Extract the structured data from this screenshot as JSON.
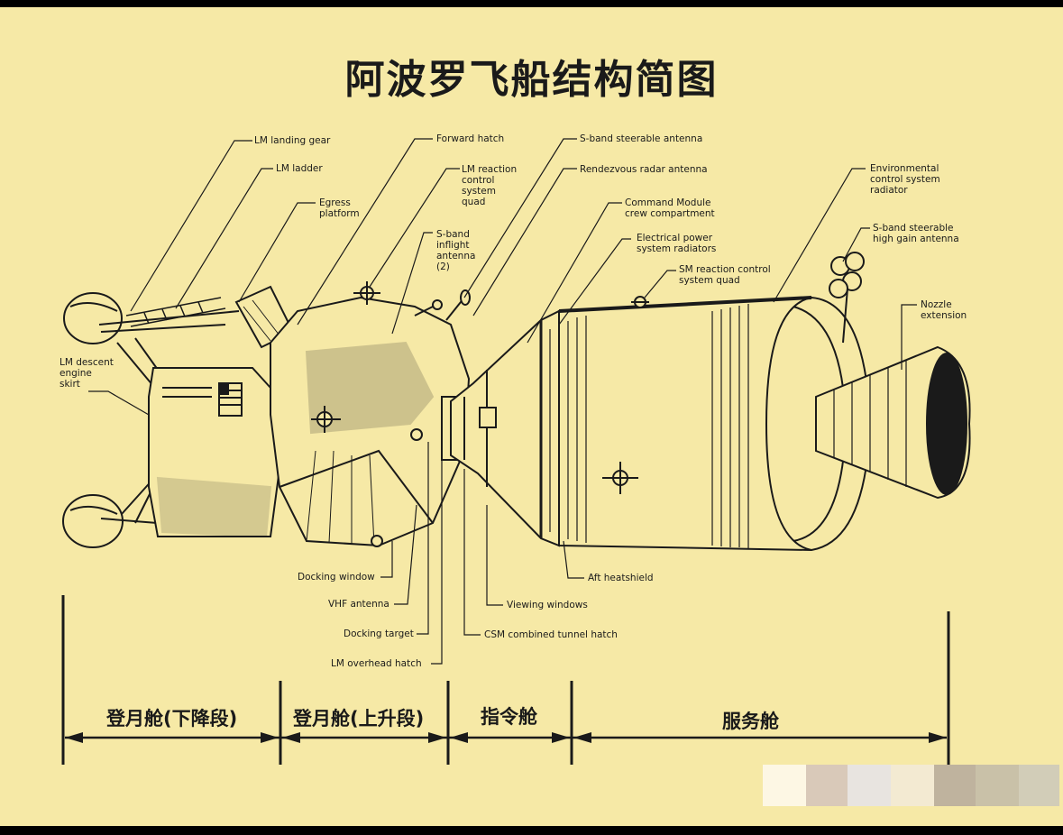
{
  "title": "阿波罗飞船结构简图",
  "labels": {
    "lm_landing_gear": "LM landing gear",
    "lm_ladder": "LM ladder",
    "egress_platform": "Egress\nplatform",
    "forward_hatch": "Forward hatch",
    "lm_rcs_quad": "LM reaction\ncontrol\nsystem\nquad",
    "s_band_inflight": "S-band\ninflight\nantenna\n(2)",
    "s_band_steerable": "S-band steerable antenna",
    "rendezvous_radar": "Rendezvous radar antenna",
    "cm_crew": "Command Module\ncrew compartment",
    "eps_radiators": "Electrical power\nsystem radiators",
    "sm_rcs_quad": "SM reaction control\nsystem quad",
    "ecs_radiator": "Environmental\ncontrol system\nradiator",
    "s_band_high_gain": "S-band steerable\nhigh gain antenna",
    "nozzle_extension": "Nozzle\nextension",
    "lm_descent_skirt": "LM descent\nengine\nskirt",
    "docking_window": "Docking window",
    "vhf_antenna": "VHF antenna",
    "docking_target": "Docking target",
    "lm_overhead_hatch": "LM overhead hatch",
    "aft_heatshield": "Aft heatshield",
    "viewing_windows": "Viewing windows",
    "csm_tunnel_hatch": "CSM combined tunnel hatch"
  },
  "sections": {
    "lm_descent": "登月舱(下降段)",
    "lm_ascent": "登月舱(上升段)",
    "command_module": "指令舱",
    "service_module": "服务舱"
  },
  "colors": {
    "paper": "#f6e9a6",
    "ink": "#1a1a1a",
    "frame": "#000000"
  }
}
